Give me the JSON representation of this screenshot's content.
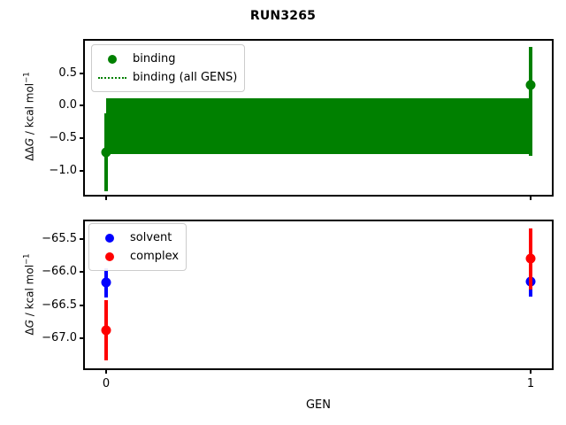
{
  "title": "RUN3265",
  "xlabel": "GEN",
  "chart_data": [
    {
      "type": "scatter",
      "subplot": "top",
      "ylabel": {
        "prefix": "ΔΔ",
        "var": "G",
        "units": " / kcal mol",
        "exponent": "−1"
      },
      "xlim": [
        -0.05,
        1.05
      ],
      "ylim": [
        -1.37,
        1.0
      ],
      "grid": false,
      "legend_position": "upper left",
      "yticks": [
        {
          "v": 0.5,
          "label": "0.5"
        },
        {
          "v": 0.0,
          "label": "0.0"
        },
        {
          "v": -0.5,
          "label": "−0.5"
        },
        {
          "v": -1.0,
          "label": "−1.0"
        }
      ],
      "xticks": [
        {
          "v": 0,
          "label": "0"
        },
        {
          "v": 1,
          "label": "1"
        }
      ],
      "show_xtick_labels": false,
      "band": {
        "name": "binding (all GENS)",
        "value": -0.31,
        "lo": -0.74,
        "hi": 0.12,
        "color": "#008000",
        "linestyle": "dotted"
      },
      "series": [
        {
          "name": "binding",
          "color": "#008000",
          "marker": "o",
          "points": [
            {
              "x": 0,
              "y": -0.72,
              "err_lo": -1.31,
              "err_hi": -0.12
            },
            {
              "x": 1,
              "y": 0.32,
              "err_lo": -0.77,
              "err_hi": 0.9
            }
          ]
        }
      ],
      "legend": [
        {
          "label": "binding",
          "marker": "dot",
          "color": "#008000"
        },
        {
          "label": "binding (all GENS)",
          "marker": "dotted-line",
          "color": "#008000"
        }
      ]
    },
    {
      "type": "scatter",
      "subplot": "bottom",
      "ylabel": {
        "prefix": "Δ",
        "var": "G",
        "units": " / kcal mol",
        "exponent": "−1"
      },
      "xlim": [
        -0.05,
        1.05
      ],
      "ylim": [
        -67.45,
        -65.24
      ],
      "grid": false,
      "legend_position": "upper left",
      "yticks": [
        {
          "v": -65.5,
          "label": "−65.5"
        },
        {
          "v": -66.0,
          "label": "−66.0"
        },
        {
          "v": -66.5,
          "label": "−66.5"
        },
        {
          "v": -67.0,
          "label": "−67.0"
        }
      ],
      "xticks": [
        {
          "v": 0,
          "label": "0"
        },
        {
          "v": 1,
          "label": "1"
        }
      ],
      "show_xtick_labels": true,
      "series": [
        {
          "name": "solvent",
          "color": "#0000ff",
          "marker": "o",
          "points": [
            {
              "x": 0,
              "y": -66.16,
              "err_lo": -66.38,
              "err_hi": -65.94
            },
            {
              "x": 1,
              "y": -66.14,
              "err_lo": -66.37,
              "err_hi": -65.91
            }
          ]
        },
        {
          "name": "complex",
          "color": "#ff0000",
          "marker": "o",
          "points": [
            {
              "x": 0,
              "y": -66.88,
              "err_lo": -67.33,
              "err_hi": -66.43
            },
            {
              "x": 1,
              "y": -65.8,
              "err_lo": -66.26,
              "err_hi": -65.34
            }
          ]
        }
      ],
      "legend": [
        {
          "label": "solvent",
          "marker": "dot",
          "color": "#0000ff"
        },
        {
          "label": "complex",
          "marker": "dot",
          "color": "#ff0000"
        }
      ]
    }
  ]
}
